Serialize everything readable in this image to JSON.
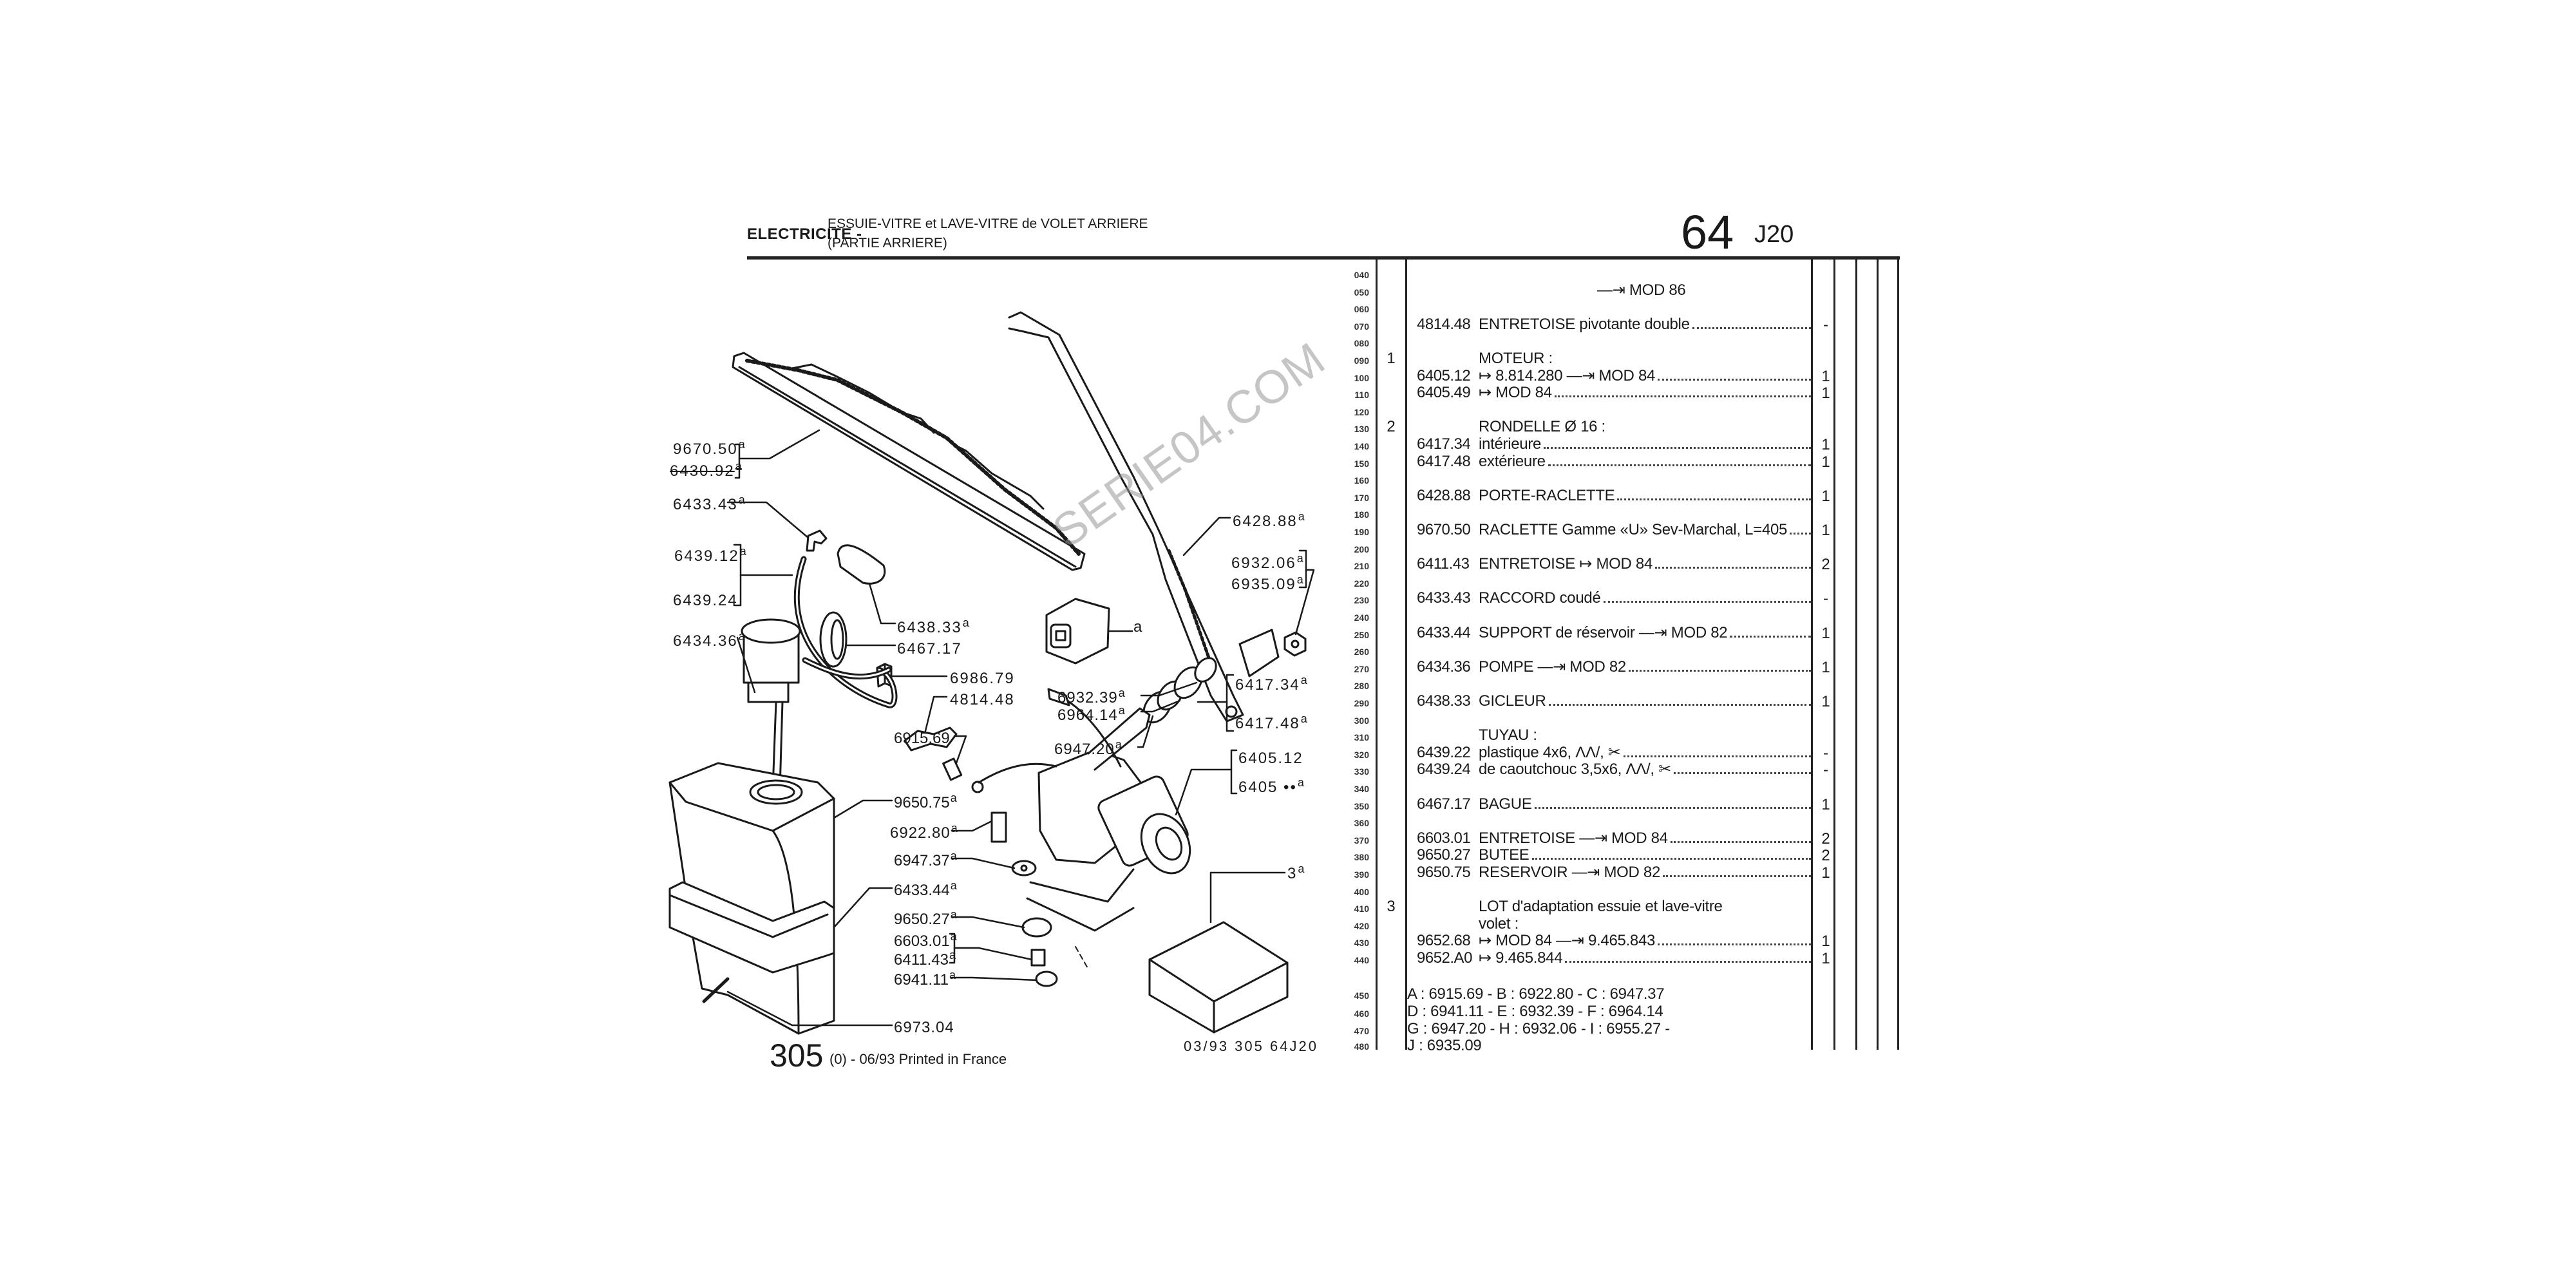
{
  "header": {
    "section": "ELECTRICITE -",
    "title_line1": "ESSUIE-VITRE et LAVE-VITRE de VOLET ARRIERE",
    "title_line2": "(PARTIE ARRIERE)",
    "page_number": "64",
    "page_code": "J20"
  },
  "table": {
    "line_numbers": [
      "040",
      "050",
      "060",
      "070",
      "080",
      "090",
      "100",
      "110",
      "120",
      "130",
      "140",
      "150",
      "160",
      "170",
      "180",
      "190",
      "200",
      "210",
      "220",
      "230",
      "240",
      "250",
      "260",
      "270",
      "280",
      "290",
      "300",
      "310",
      "320",
      "330",
      "340",
      "350",
      "360",
      "370",
      "380",
      "390",
      "400",
      "410",
      "420",
      "430",
      "440"
    ],
    "rows": [
      {
        "line": "050",
        "item": "",
        "ref": "",
        "desc": "—⇥ MOD 86",
        "qty": "",
        "center": true
      },
      {
        "line": "070",
        "item": "",
        "ref": "4814.48",
        "desc": "ENTRETOISE pivotante double",
        "qty": "-",
        "lead": true
      },
      {
        "line": "090",
        "item": "1",
        "ref": "",
        "desc": "MOTEUR :",
        "qty": ""
      },
      {
        "line": "100",
        "item": "",
        "ref": "6405.12",
        "desc": "↦ 8.814.280 —⇥ MOD 84",
        "qty": "1",
        "lead": true
      },
      {
        "line": "110",
        "item": "",
        "ref": "6405.49",
        "desc": "↦ MOD 84",
        "qty": "1",
        "lead": true
      },
      {
        "line": "130",
        "item": "2",
        "ref": "",
        "desc": "RONDELLE Ø 16 :",
        "qty": ""
      },
      {
        "line": "140",
        "item": "",
        "ref": "6417.34",
        "desc": " intérieure",
        "qty": "1",
        "lead": true
      },
      {
        "line": "150",
        "item": "",
        "ref": "6417.48",
        "desc": " extérieure",
        "qty": "1",
        "lead": true
      },
      {
        "line": "170",
        "item": "",
        "ref": "6428.88",
        "desc": "PORTE-RACLETTE",
        "qty": "1",
        "lead": true
      },
      {
        "line": "190",
        "item": "",
        "ref": "9670.50",
        "desc": "RACLETTE Gamme «U» Sev-Marchal, L=405",
        "qty": "1",
        "lead": true
      },
      {
        "line": "210",
        "item": "",
        "ref": "6411.43",
        "desc": "ENTRETOISE ↦ MOD 84",
        "qty": "2",
        "lead": true
      },
      {
        "line": "230",
        "item": "",
        "ref": "6433.43",
        "desc": "RACCORD coudé",
        "qty": "-",
        "lead": true
      },
      {
        "line": "250",
        "item": "",
        "ref": "6433.44",
        "desc": "SUPPORT de réservoir —⇥ MOD 82",
        "qty": "1",
        "lead": true
      },
      {
        "line": "270",
        "item": "",
        "ref": "6434.36",
        "desc": "POMPE —⇥ MOD 82",
        "qty": "1",
        "lead": true
      },
      {
        "line": "290",
        "item": "",
        "ref": "6438.33",
        "desc": "GICLEUR",
        "qty": "1",
        "lead": true
      },
      {
        "line": "310",
        "item": "",
        "ref": "",
        "desc": "TUYAU :",
        "qty": ""
      },
      {
        "line": "320",
        "item": "",
        "ref": "6439.22",
        "desc": " plastique 4x6, ΛΛ/, ✂",
        "qty": "-",
        "lead": true
      },
      {
        "line": "330",
        "item": "",
        "ref": "6439.24",
        "desc": " de caoutchouc 3,5x6, ΛΛ/, ✂",
        "qty": "-",
        "lead": true
      },
      {
        "line": "350",
        "item": "",
        "ref": "6467.17",
        "desc": "BAGUE",
        "qty": "1",
        "lead": true
      },
      {
        "line": "370",
        "item": "",
        "ref": "6603.01",
        "desc": "ENTRETOISE —⇥ MOD 84",
        "qty": "2",
        "lead": true
      },
      {
        "line": "380",
        "item": "",
        "ref": "9650.27",
        "desc": "BUTEE",
        "qty": "2",
        "lead": true
      },
      {
        "line": "390",
        "item": "",
        "ref": "9650.75",
        "desc": "RESERVOIR —⇥ MOD 82",
        "qty": "1",
        "lead": true
      },
      {
        "line": "410",
        "item": "3",
        "ref": "",
        "desc": "LOT d'adaptation essuie et lave-vitre",
        "qty": ""
      },
      {
        "line": "420",
        "item": "",
        "ref": "",
        "desc": " volet :",
        "qty": ""
      },
      {
        "line": "430",
        "item": "",
        "ref": "9652.68",
        "desc": "↦ MOD 84 —⇥ 9.465.843",
        "qty": "1",
        "lead": true
      },
      {
        "line": "440",
        "item": "",
        "ref": "9652.A0",
        "desc": "↦ 9.465.844",
        "qty": "1",
        "lead": true
      }
    ],
    "footer_line_numbers": [
      "450",
      "460",
      "470",
      "480"
    ],
    "footer_notes": [
      "A : 6915.69 - B : 6922.80 - C : 6947.37",
      "D : 6941.11 - E : 6932.39 - F : 6964.14",
      "G : 6947.20 - H : 6932.06 - I : 6955.27 -",
      "J : 6935.09"
    ]
  },
  "diagram": {
    "labels": [
      {
        "text": "9670.50",
        "sup": "a"
      },
      {
        "text": "6430.92",
        "sup": "a"
      },
      {
        "text": "6433.43",
        "sup": "a"
      },
      {
        "text": "6439.12",
        "sup": "a"
      },
      {
        "text": "6439.24",
        "sup": ""
      },
      {
        "text": "6434.36",
        "sup": "a"
      },
      {
        "text": "6438.33",
        "sup": "a"
      },
      {
        "text": "6467.17",
        "sup": ""
      },
      {
        "text": "6986.79",
        "sup": ""
      },
      {
        "text": "4814.48",
        "sup": ""
      },
      {
        "text": "6932.39",
        "sup": "a"
      },
      {
        "text": "6964.14",
        "sup": "a"
      },
      {
        "text": "6947.20",
        "sup": "a"
      },
      {
        "text": "6428.88",
        "sup": "a"
      },
      {
        "text": "6932.06",
        "sup": "a"
      },
      {
        "text": "6935.09",
        "sup": "a"
      },
      {
        "text": "",
        "sup": "a"
      },
      {
        "text": "6417.34",
        "sup": "a"
      },
      {
        "text": "6417.48",
        "sup": "a"
      },
      {
        "text": "6405.12",
        "sup": ""
      },
      {
        "text": "6405 ••",
        "sup": "a"
      },
      {
        "text": "6915.69",
        "sup": ""
      },
      {
        "text": "9650.75",
        "sup": "a"
      },
      {
        "text": "6922.80",
        "sup": "a"
      },
      {
        "text": "6947.37",
        "sup": "a"
      },
      {
        "text": "6433.44",
        "sup": "a"
      },
      {
        "text": "9650.27",
        "sup": "a"
      },
      {
        "text": "6603.01",
        "sup": "a"
      },
      {
        "text": "6411.43",
        "sup": "a"
      },
      {
        "text": "6941.11",
        "sup": "a"
      },
      {
        "text": "6973.04",
        "sup": ""
      },
      {
        "text": "3",
        "sup": "a"
      }
    ],
    "watermark": "SERIE04.COM",
    "drawing_ref": "03/93  305  64J20"
  },
  "footer": {
    "page": "305",
    "rest": "(0) - 06/93 Printed in France"
  }
}
